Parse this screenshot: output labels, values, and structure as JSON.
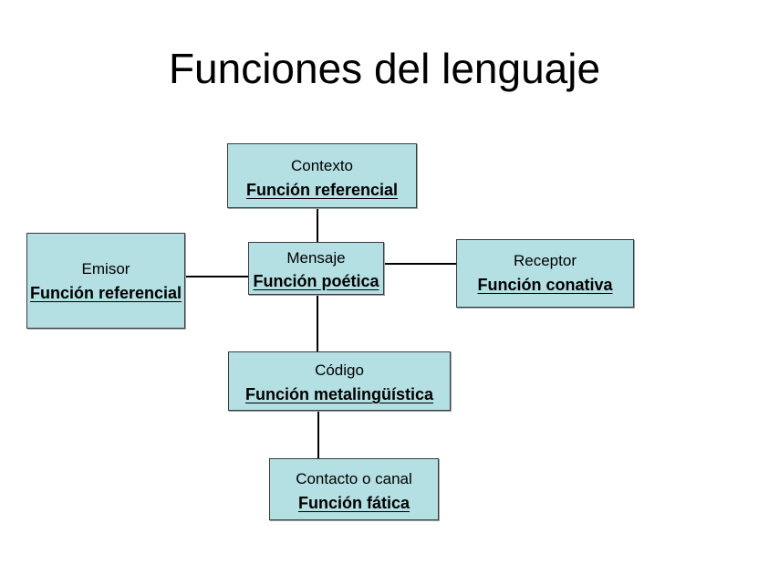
{
  "slide": {
    "title": "Funciones del lenguaje",
    "background_color": "#ffffff",
    "node_fill_color": "#b4dfe3",
    "node_border_color": "#3a3a3a",
    "text_color": "#000000"
  },
  "diagram": {
    "type": "communication-model",
    "nodes": [
      {
        "id": "contexto",
        "element": "Contexto",
        "function": "Función referencial",
        "position": "top"
      },
      {
        "id": "emisor",
        "element": "Emisor",
        "function": "Función referencial",
        "position": "left"
      },
      {
        "id": "mensaje",
        "element": "Mensaje",
        "function": "Función poética",
        "position": "center"
      },
      {
        "id": "receptor",
        "element": "Receptor",
        "function": "Función conativa",
        "position": "right"
      },
      {
        "id": "codigo",
        "element": "Código",
        "function": "Función metalingüística",
        "position": "below-center"
      },
      {
        "id": "contacto",
        "element": "Contacto o canal",
        "function": "Función fática",
        "position": "bottom"
      }
    ],
    "connectors": [
      {
        "id": "contexto-mensaje",
        "from": "contexto",
        "to": "mensaje",
        "orientation": "vertical"
      },
      {
        "id": "emisor-mensaje",
        "from": "emisor",
        "to": "mensaje",
        "orientation": "horizontal"
      },
      {
        "id": "mensaje-receptor",
        "from": "mensaje",
        "to": "receptor",
        "orientation": "horizontal"
      },
      {
        "id": "mensaje-codigo",
        "from": "mensaje",
        "to": "codigo",
        "orientation": "vertical"
      },
      {
        "id": "codigo-contacto",
        "from": "codigo",
        "to": "contacto",
        "orientation": "vertical"
      }
    ]
  }
}
